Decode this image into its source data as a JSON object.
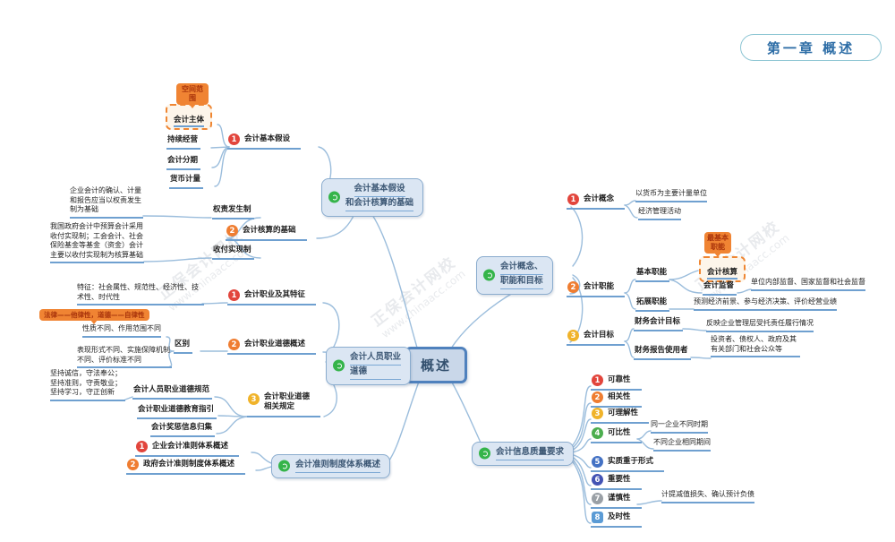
{
  "title": "第一章  概述",
  "root": "概述",
  "watermark": {
    "brand": "正保会计网校",
    "url": "www.chinaacc.com"
  },
  "colors": {
    "num1": "#e2453c",
    "num2": "#ef7d31",
    "num3": "#f0b32a",
    "num4": "#4cae4f",
    "num5": "#4472c4",
    "num6": "#4353b4",
    "num7": "#9aa0a6",
    "num8": "#5b9bd5",
    "node_fill": "#dbe6f3",
    "node_border": "#8aacce",
    "root_border": "#4f81bd",
    "callout": "#f08433",
    "underline": "#6fa0d0",
    "title_text": "#2d6da6"
  },
  "assumptions": {
    "node_line1": "会计基本假设",
    "node_line2": "和会计核算的基础",
    "basic": {
      "num": "1",
      "label": "会计基本假设",
      "callout": "空间范围",
      "entity": "会计主体",
      "going_concern": "持续经营",
      "periodicity": "会计分期",
      "monetary": "货币计量"
    },
    "basis": {
      "num": "2",
      "label": "会计核算的基础",
      "accrual": "权责发生制",
      "accrual_note": "企业会计的确认、计量和报告应当以权责发生制为基础",
      "cash": "收付实现制",
      "cash_note": "我国政府会计中预算会计采用收付实现制；工会会计、社会保险基金等基金（资金）会计主要以收付实现制为核算基础"
    }
  },
  "ethics": {
    "node_line1": "会计人员职业",
    "node_line2": "道德",
    "profession": {
      "num": "1",
      "label": "会计职业及其特征",
      "note": "特征：社会属性、规范性、经济性、技术性、时代性"
    },
    "overview": {
      "num": "2",
      "label": "会计职业道德概述",
      "diff": "区别",
      "callout": "法律——他律性，道德——自律性",
      "diff1": "性质不同、作用范围不同",
      "diff2": "表现形式不同、实施保障机制不同、评价标准不同"
    },
    "rules": {
      "num": "3",
      "label_line1": "会计职业道德",
      "label_line2": "相关规定",
      "item1": "会计人员职业道德规范",
      "item1_note": "坚持诚信，守法奉公；坚持准则，守责敬业；坚持学习，守正创新",
      "item2": "会计职业道德教育指引",
      "item3": "会计奖惩信息归集"
    }
  },
  "standards": {
    "node": "会计准则制度体系概述",
    "item1": {
      "num": "1",
      "label": "企业会计准则体系概述"
    },
    "item2": {
      "num": "2",
      "label": "政府会计准则制度体系概述"
    }
  },
  "concept": {
    "node_line1": "会计概念、",
    "node_line2": "职能和目标",
    "definition": {
      "num": "1",
      "label": "会计概念",
      "item1": "以货币为主要计量单位",
      "item2": "经济管理活动"
    },
    "functions": {
      "num": "2",
      "label": "会计职能",
      "basic": "基本职能",
      "callout": "最基本职能",
      "accounting": "会计核算",
      "supervision": "会计监督",
      "supervision_note": "单位内部监督、国家监督和社会监督",
      "extended": "拓展职能",
      "extended_note": "预测经济前景、参与经济决策、评价经营业绩"
    },
    "goals": {
      "num": "3",
      "label": "会计目标",
      "item1": "财务会计目标",
      "item1_note": "反映企业管理层受托责任履行情况",
      "item2": "财务报告使用者",
      "item2_note": "投资者、债权人、政府及其有关部门和社会公众等"
    }
  },
  "quality": {
    "node": "会计信息质量要求",
    "items": [
      {
        "num": "1",
        "label": "可靠性"
      },
      {
        "num": "2",
        "label": "相关性"
      },
      {
        "num": "3",
        "label": "可理解性"
      },
      {
        "num": "4",
        "label": "可比性",
        "sub1": "同一企业不同时期",
        "sub2": "不同企业相同期间"
      },
      {
        "num": "5",
        "label": "实质重于形式"
      },
      {
        "num": "6",
        "label": "重要性"
      },
      {
        "num": "7",
        "label": "谨慎性",
        "note": "计提减值损失、确认预计负债"
      },
      {
        "num": "8",
        "label": "及时性"
      }
    ]
  }
}
